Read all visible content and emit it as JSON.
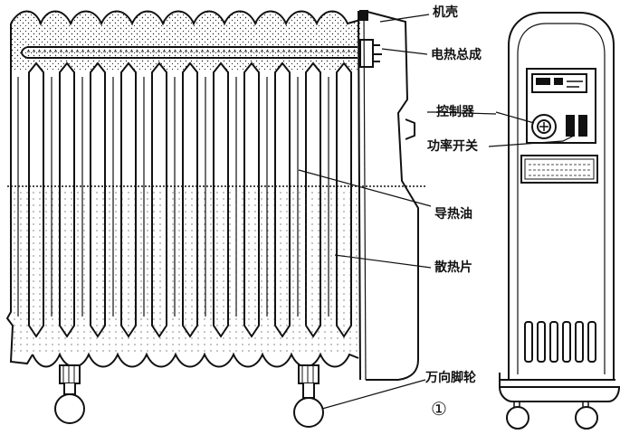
{
  "labels": {
    "casing": "机壳",
    "heater": "电热总成",
    "controller": "控制器",
    "power_switch": "功率开关",
    "oil": "导热油",
    "fins": "散热片",
    "casters": "万向脚轮"
  },
  "figure_number": "①",
  "colors": {
    "ink": "#111111",
    "paper": "#ffffff"
  }
}
